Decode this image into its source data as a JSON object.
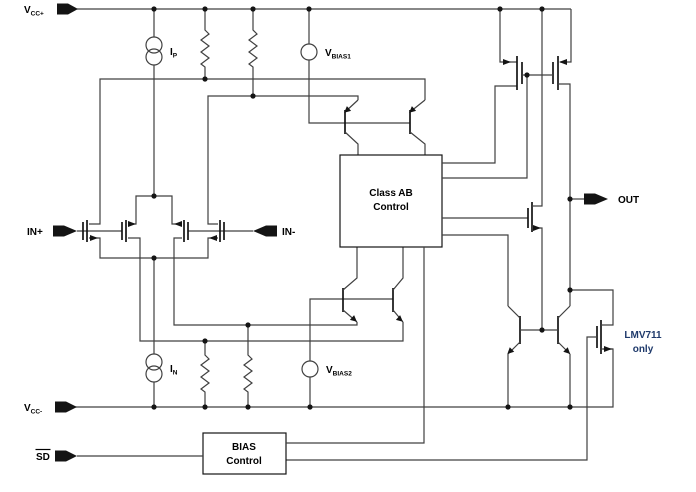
{
  "colors": {
    "background": "#ffffff",
    "wire": "#404040",
    "component": "#141414",
    "text": "#000000",
    "note_text": "#1f3a6b"
  },
  "terminals": {
    "vcc_plus": {
      "main": "V",
      "sub": "CC+"
    },
    "in_plus": {
      "label": "IN+"
    },
    "in_minus": {
      "label": "IN-"
    },
    "out": {
      "label": "OUT"
    },
    "vcc_minus": {
      "main": "V",
      "sub": "CC-"
    },
    "sd": {
      "label": "SD"
    }
  },
  "sources": {
    "ip": {
      "main": "I",
      "sub": "P"
    },
    "in_src": {
      "main": "I",
      "sub": "N"
    },
    "vbias1": {
      "main": "V",
      "sub": "BIAS1"
    },
    "vbias2": {
      "main": "V",
      "sub": "BIAS2"
    }
  },
  "blocks": {
    "class_ab": {
      "line1": "Class AB",
      "line2": "Control"
    },
    "bias": {
      "line1": "BIAS",
      "line2": "Control"
    }
  },
  "annotation": {
    "line1": "LMV711",
    "line2": "only"
  }
}
